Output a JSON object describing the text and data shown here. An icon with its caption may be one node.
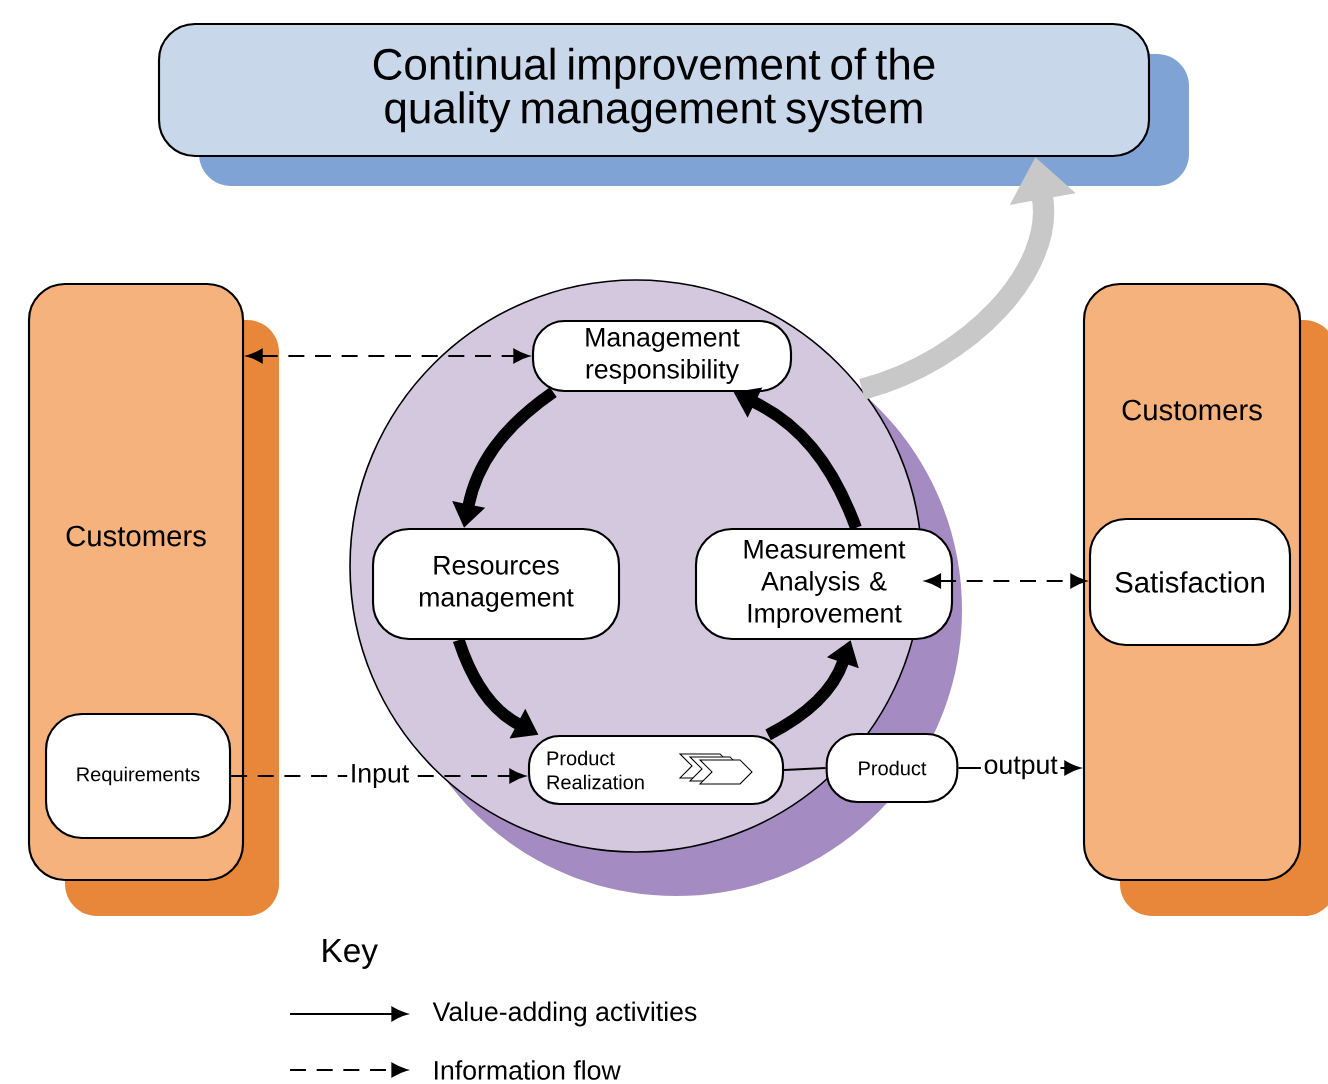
{
  "diagram": {
    "nodes": [
      {
        "text": [
          "Continual improvement of the quality management system"
        ]
      },
      {
        "text": [
          "Customers"
        ]
      },
      {
        "text": [
          "Requirements"
        ],
        "in": 1
      },
      {
        "text": [],
        "shape": "circle"
      },
      {
        "text": [
          "Management responsibility"
        ],
        "in": 3
      },
      {
        "text": [
          "Resources management"
        ],
        "in": 3
      },
      {
        "text": [
          "Product Realization"
        ],
        "in": 3
      },
      {
        "text": [
          "Measurement Analysis & Improvement"
        ],
        "in": 3
      },
      {
        "text": [
          "Product"
        ]
      },
      {
        "text": [
          "Customers"
        ]
      },
      {
        "text": [
          "Satisfaction"
        ],
        "in": 9
      }
    ],
    "edges": [
      {
        "from": 1,
        "to": 4,
        "arrow": "both",
        "style": "dashed"
      },
      {
        "from": 4,
        "to": 5,
        "arrow": "to",
        "style": "thick"
      },
      {
        "from": 5,
        "to": 6,
        "arrow": "to",
        "style": "thick"
      },
      {
        "from": 6,
        "to": 7,
        "arrow": "to",
        "style": "thick"
      },
      {
        "from": 7,
        "to": 4,
        "arrow": "to",
        "style": "thick"
      },
      {
        "from": 2,
        "to": 6,
        "arrow": "to",
        "style": "dashed",
        "label": "Input"
      },
      {
        "from": 6,
        "to": 8,
        "arrow": "none"
      },
      {
        "from": 8,
        "to": 9,
        "arrow": "to",
        "label": "output"
      },
      {
        "from": 3,
        "to": 10,
        "arrow": "both",
        "style": "dashed"
      },
      {
        "from": 3,
        "to": 0,
        "arrow": "to",
        "style": "thick",
        "color": "#c8c8c8"
      }
    ],
    "labels": [
      "Key"
    ],
    "legend": [
      {
        "text": "Value-adding activities"
      },
      {
        "text": "Information flow"
      }
    ]
  }
}
